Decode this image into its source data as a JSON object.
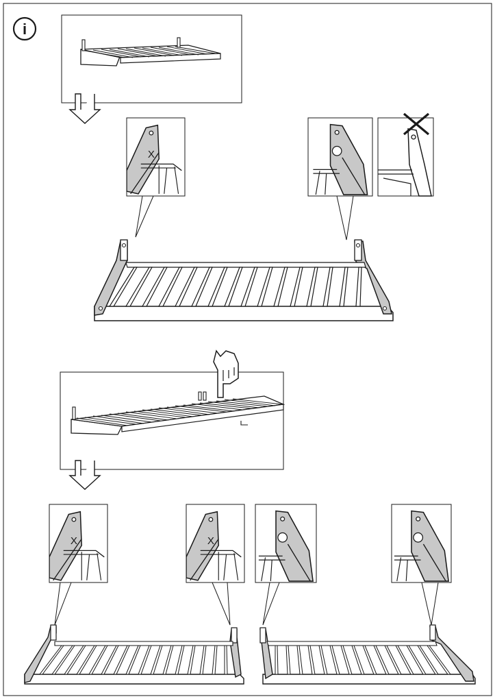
{
  "page": {
    "info_symbol": "i",
    "bracket_mark_x": "X",
    "colors": {
      "line": "#1a1a1a",
      "bracket_fill": "#c8c8c8",
      "background": "#ffffff"
    }
  },
  "steps": [
    {
      "name": "single-shelf",
      "icon": "arrow-down-icon",
      "details": [
        {
          "side": "left",
          "mark": "x",
          "meaning": "mark-facing"
        },
        {
          "side": "right",
          "mark": "hole",
          "meaning": "correct"
        },
        {
          "side": "right",
          "mark": "wrong",
          "meaning": "incorrect-orientation"
        }
      ]
    },
    {
      "name": "joined-shelves",
      "icon": "pointing-hand-icon",
      "details": [
        {
          "side": "left",
          "mark": "x"
        },
        {
          "side": "right",
          "mark": "x"
        },
        {
          "side": "left",
          "mark": "hole"
        },
        {
          "side": "right",
          "mark": "hole"
        }
      ]
    }
  ]
}
